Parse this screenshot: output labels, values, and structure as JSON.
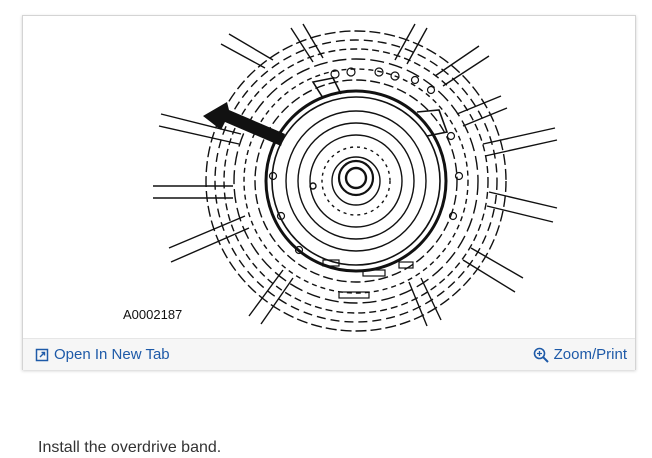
{
  "figure": {
    "image_label": "A0002187",
    "open_label": "Open In New Tab",
    "open_icon": "open-new-tab-icon",
    "zoom_label": "Zoom/Print",
    "zoom_icon": "zoom-icon",
    "link_color": "#1e5aa8"
  },
  "caption": "Install the overdrive band."
}
